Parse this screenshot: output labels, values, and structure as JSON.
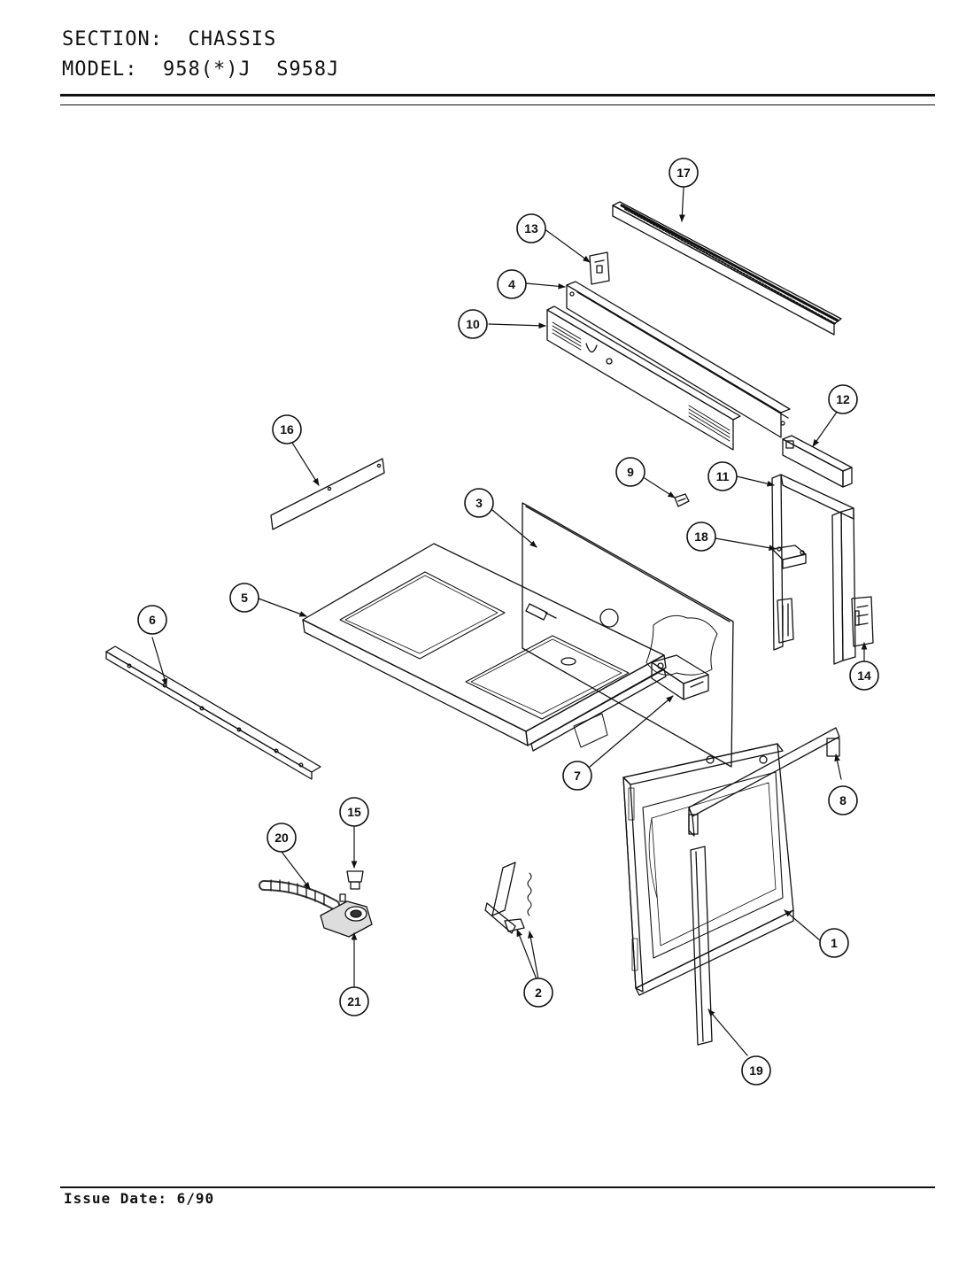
{
  "header": {
    "section_label": "SECTION:",
    "section_value": "CHASSIS",
    "model_label": "MODEL:",
    "model_value": "958(*)J  S958J"
  },
  "footer": {
    "issue_label": "Issue Date:",
    "issue_value": "6/90"
  },
  "callouts": [
    "17",
    "13",
    "4",
    "10",
    "12",
    "16",
    "9",
    "11",
    "3",
    "18",
    "5",
    "6",
    "14",
    "7",
    "8",
    "15",
    "20",
    "1",
    "2",
    "21",
    "19"
  ],
  "colors": {
    "ink": "#111111",
    "paper": "#ffffff"
  }
}
